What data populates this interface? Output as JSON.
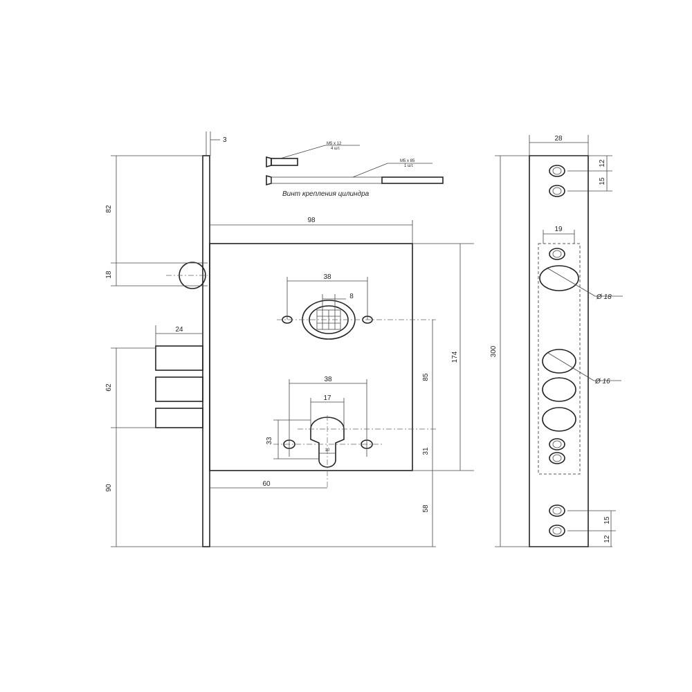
{
  "dimensions": {
    "faceplate_thickness": "3",
    "latch_from_top": "82",
    "latch_height": "18",
    "bolt_projection": "24",
    "bolt_span": "62",
    "bolt_to_bottom": "90",
    "body_depth": "98",
    "keyhole_spacing_top": "38",
    "key_width": "8",
    "body_height": "174",
    "center_distance": "85",
    "cylinder_to_body_bottom": "31",
    "body_bottom_to_end": "58",
    "cylinder_hole_spacing": "38",
    "cylinder_width": "17",
    "cylinder_cam": "10",
    "cylinder_height": "33",
    "backset": "60",
    "faceplate_length": "300",
    "faceplate_width": "28",
    "top_hole_offset": "12",
    "top_hole_pitch": "15",
    "body_width": "19",
    "latch_hole_dia": "Ø 18",
    "bolt_hole_dia": "Ø 16",
    "bottom_hole_pitch": "15",
    "bottom_hole_offset": "12"
  },
  "screws": {
    "short": {
      "size": "M5 x 12",
      "qty": "4 шт."
    },
    "long": {
      "size": "M5 x 85",
      "qty": "1 шт."
    },
    "caption": "Винт крепления цилиндра"
  }
}
